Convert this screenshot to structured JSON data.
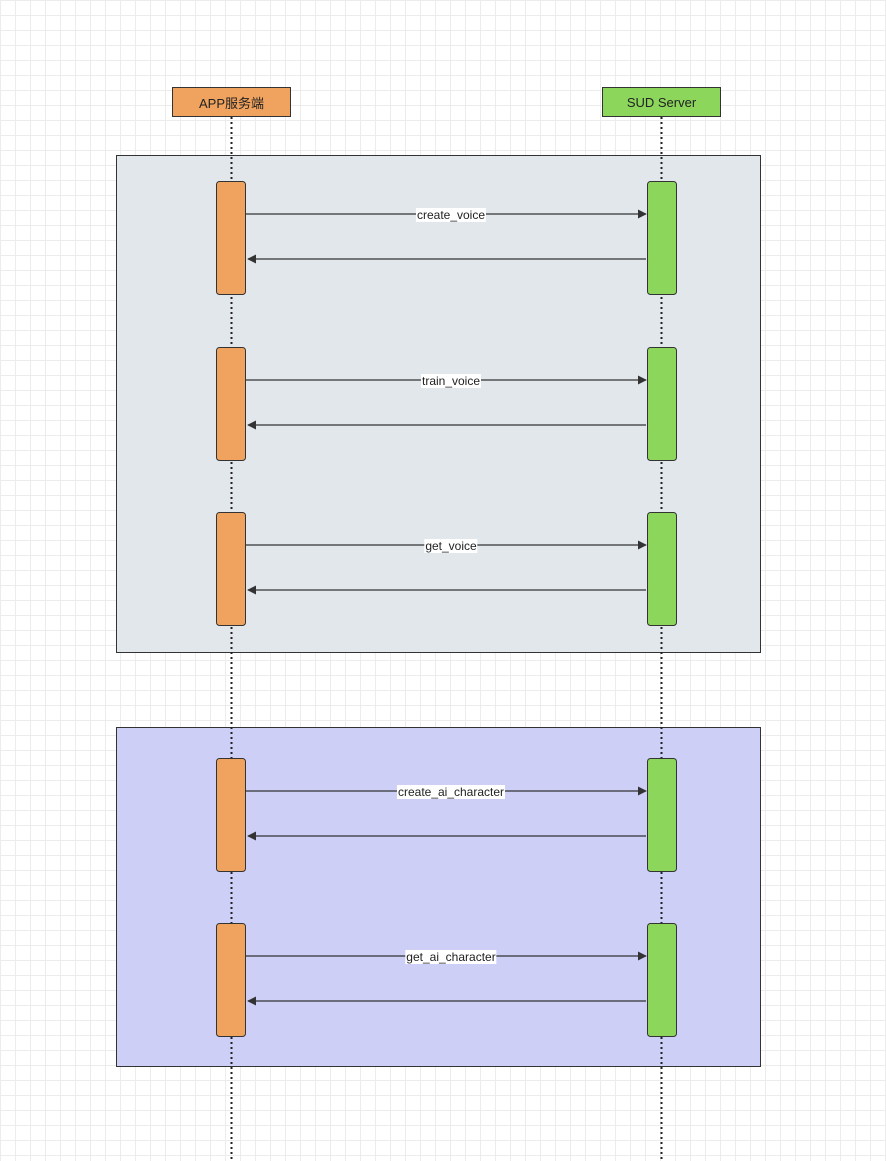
{
  "colors": {
    "app": "#f0a35e",
    "sud": "#8cd65c",
    "group1_fill": "#e1e7eb",
    "group2_fill": "#cecff7",
    "line": "#333333"
  },
  "participants": {
    "app": {
      "label": "APP服务端"
    },
    "sud": {
      "label": "SUD Server"
    }
  },
  "groups": [
    {
      "messages": [
        {
          "label": "create_voice"
        },
        {
          "label": "train_voice"
        },
        {
          "label": "get_voice"
        }
      ]
    },
    {
      "messages": [
        {
          "label": "create_ai_character"
        },
        {
          "label": "get_ai_character"
        }
      ]
    }
  ]
}
